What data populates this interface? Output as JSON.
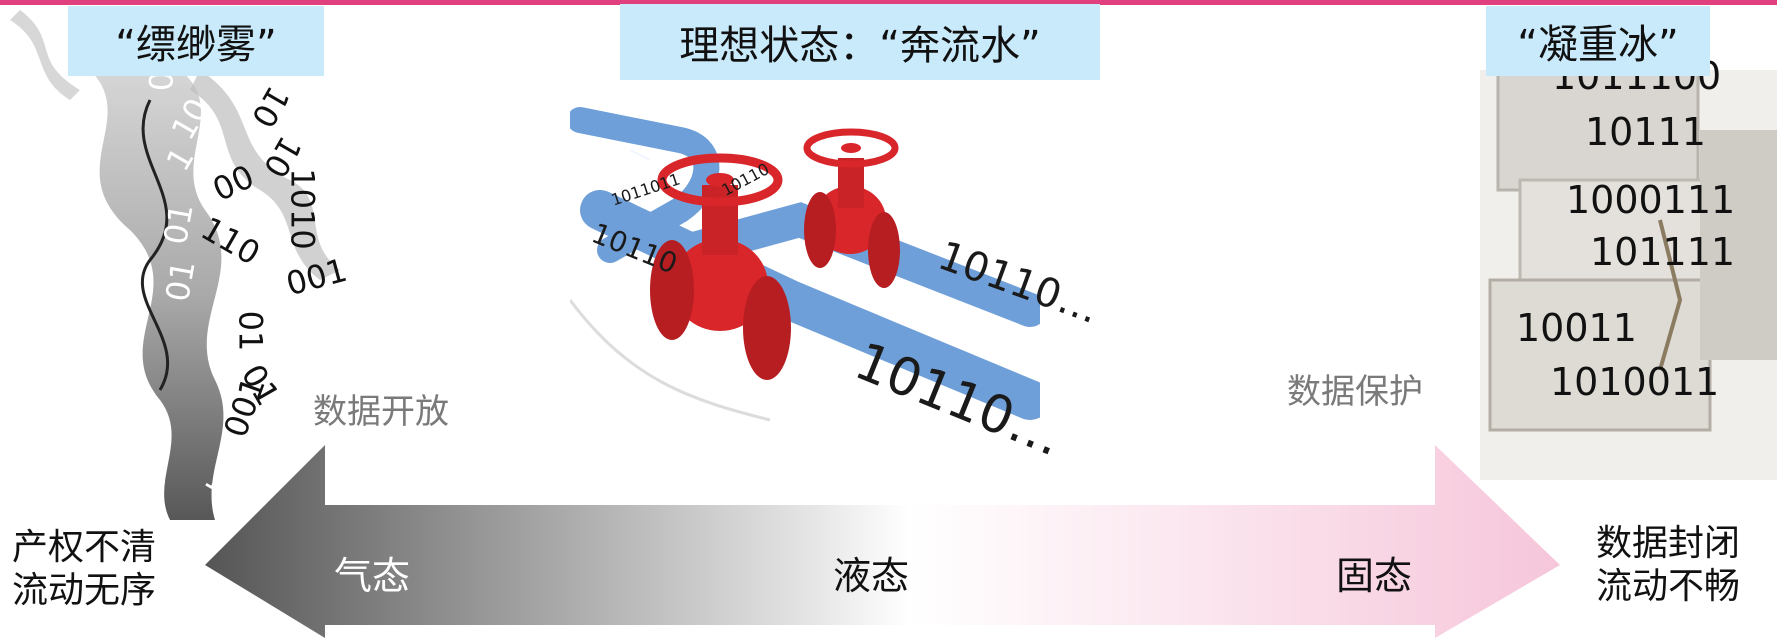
{
  "titles": {
    "left": "“缥缈雾”",
    "center": "理想状态：“奔流水”",
    "right": "“凝重冰”"
  },
  "side_labels": {
    "open": "数据开放",
    "protect": "数据保护"
  },
  "arrow_states": {
    "gas": "气态",
    "liquid": "液态",
    "solid": "固态"
  },
  "end_notes": {
    "left_line1": "产权不清",
    "left_line2": "流动无序",
    "right_line1": "数据封闭",
    "right_line2": "流动不畅"
  },
  "smoke_binary": [
    "0",
    "10",
    "10",
    "10",
    "00",
    "1",
    "1010",
    "01",
    "110",
    "001",
    "01",
    "01",
    "01",
    "001",
    "1"
  ],
  "pipe_binary": [
    "1011011",
    "10110",
    "10110",
    "10110…",
    "10110…"
  ],
  "ice_binary": [
    "1011100",
    "10111",
    "1000111",
    "101111",
    "10011",
    "1010011"
  ],
  "colors": {
    "accent_rule": "#e0407e",
    "title_bg": "#c9eafb",
    "arrow_left": "#555555",
    "arrow_right": "#f6c6da",
    "pipe": "#6f9fd8",
    "valve": "#d8262b"
  },
  "icons": [
    "smoke-image",
    "pipe-valve-image",
    "ice-cube-image",
    "bidirectional-arrow"
  ]
}
